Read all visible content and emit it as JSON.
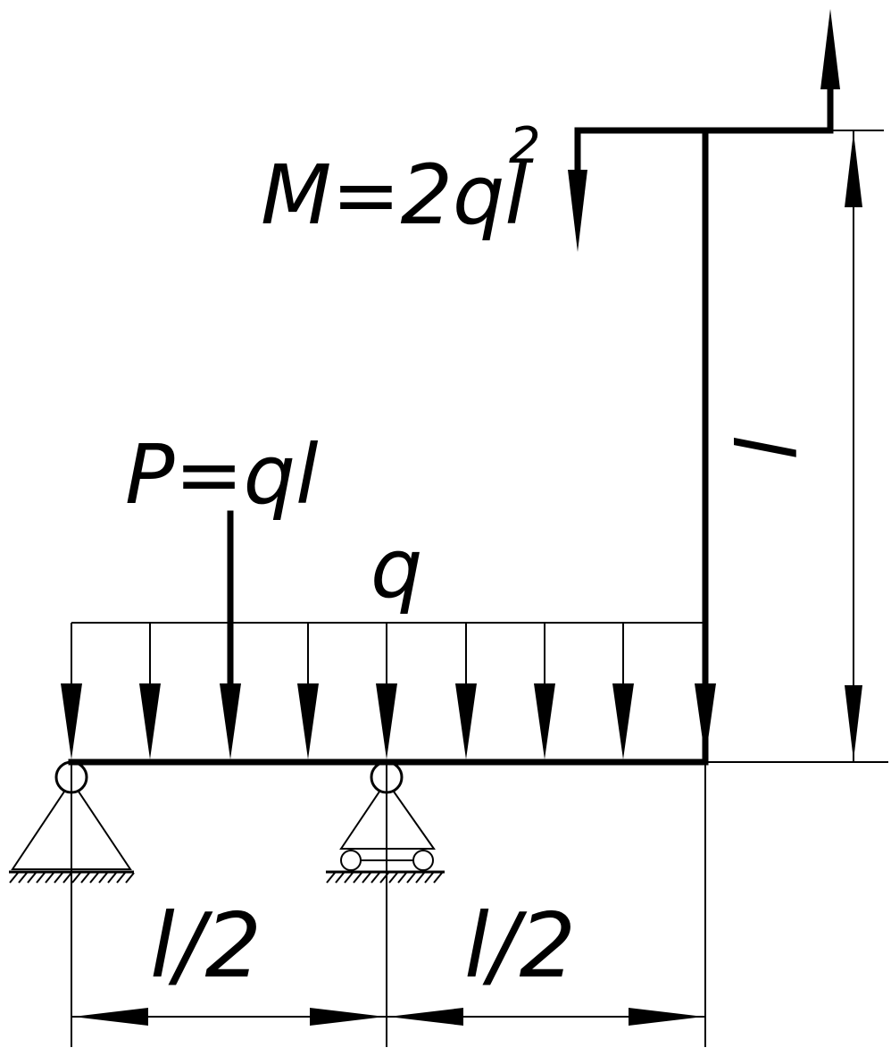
{
  "labels": {
    "moment": "M=2ql",
    "moment_exponent": "2",
    "force": "P=ql",
    "distributed_load": "q",
    "column_length": "l",
    "span_left": "l/2",
    "span_right": "l/2"
  },
  "colors": {
    "ink": "#000000",
    "background": "#ffffff"
  }
}
